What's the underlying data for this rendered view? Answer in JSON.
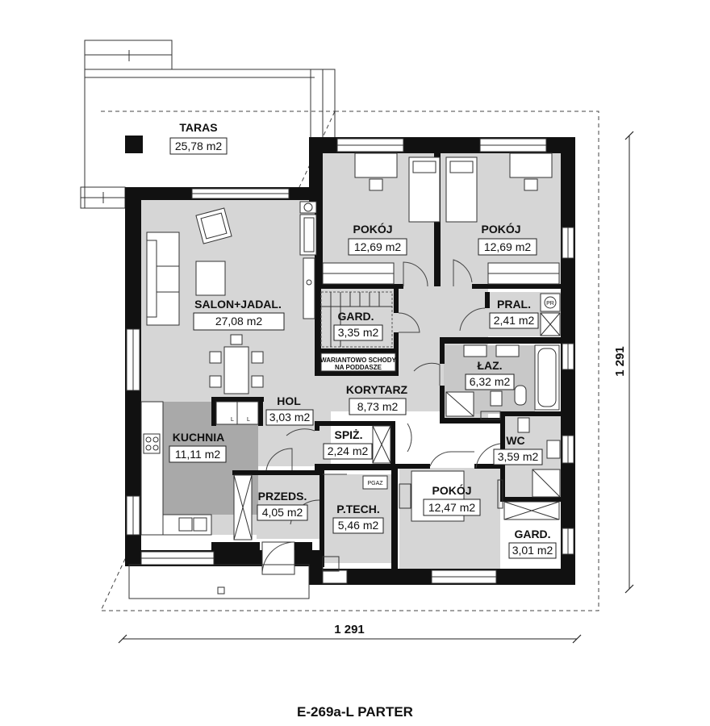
{
  "rooms": {
    "taras": {
      "name": "TARAS",
      "area": "25,78 m2"
    },
    "salon": {
      "name": "SALON+JADAL.",
      "area": "27,08 m2"
    },
    "pokoj_a": {
      "name": "POKÓJ",
      "area": "12,69 m2"
    },
    "pokoj_b": {
      "name": "POKÓJ",
      "area": "12,69 m2"
    },
    "gard_1": {
      "name": "GARD.",
      "area": "3,35 m2"
    },
    "pral": {
      "name": "PRAL.",
      "area": "2,41 m2"
    },
    "laz": {
      "name": "ŁAZ.",
      "area": "6,32 m2"
    },
    "korytarz": {
      "name": "KORYTARZ",
      "area": "8,73 m2"
    },
    "hol": {
      "name": "HOL",
      "area": "3,03 m2"
    },
    "kuchnia": {
      "name": "KUCHNIA",
      "area": "11,11 m2"
    },
    "spiz": {
      "name": "SPIŻ.",
      "area": "2,24 m2"
    },
    "wc": {
      "name": "WC",
      "area": "3,59 m2"
    },
    "przeds": {
      "name": "PRZEDS.",
      "area": "4,05 m2"
    },
    "ptech": {
      "name": "P.TECH.",
      "area": "5,46 m2"
    },
    "pokoj_c": {
      "name": "POKÓJ",
      "area": "12,47 m2"
    },
    "gard_2": {
      "name": "GARD.",
      "area": "3,01 m2"
    }
  },
  "notes": {
    "stairs_line1": "WARIANTOWO SCHODY",
    "stairs_line2": "NA PODDASZE",
    "pgaz": "PGAZ",
    "fridge_mark": "L",
    "pral_mark": "PR"
  },
  "dimensions": {
    "width": "1 291",
    "height": "1 291"
  },
  "caption": "E-269a-L PARTER",
  "colors": {
    "wall": "#111111",
    "floor": "#d6d6d6",
    "kitchen_dark": "#a9a9a9",
    "bath": "#c8c8c8"
  }
}
